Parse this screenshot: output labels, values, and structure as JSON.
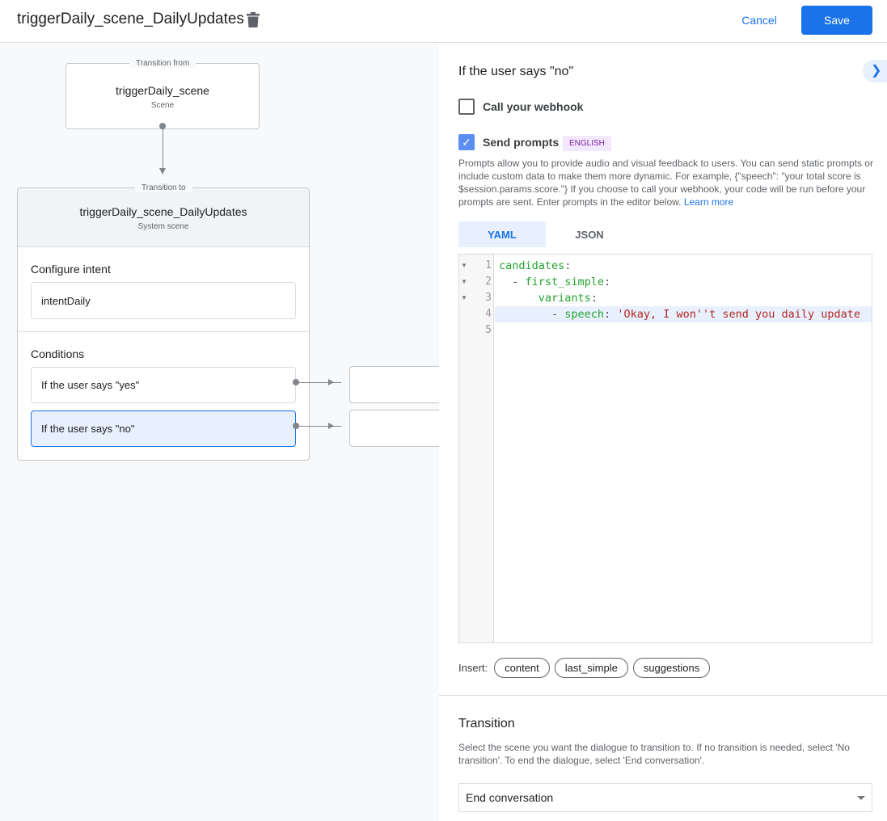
{
  "header": {
    "title": "triggerDaily_scene_DailyUpdates",
    "cancel_label": "Cancel",
    "save_label": "Save"
  },
  "canvas": {
    "from_node": {
      "legend": "Transition from",
      "name": "triggerDaily_scene",
      "type": "Scene"
    },
    "to_node": {
      "legend": "Transition to",
      "name": "triggerDaily_scene_DailyUpdates",
      "type": "System scene"
    },
    "configure_intent": {
      "label": "Configure intent",
      "intent": "intentDaily"
    },
    "conditions": {
      "label": "Conditions",
      "items": [
        {
          "label": "If the user says \"yes\"",
          "selected": false
        },
        {
          "label": "If the user says \"no\"",
          "selected": true
        }
      ]
    }
  },
  "panel": {
    "title": "If the user says \"no\"",
    "webhook": {
      "label": "Call your webhook",
      "checked": false
    },
    "prompts": {
      "label": "Send prompts",
      "checked": true,
      "badge": "ENGLISH",
      "description": "Prompts allow you to provide audio and visual feedback to users. You can send static prompts or include custom data to make them more dynamic. For example, {\"speech\": \"your total score is $session.params.score.\"} If you choose to call your webhook, your code will be run before your prompts are sent. Enter prompts in the editor below.",
      "learn_more": "Learn more"
    },
    "tabs": [
      {
        "label": "YAML",
        "active": true
      },
      {
        "label": "JSON",
        "active": false
      }
    ],
    "editor": {
      "lines": [
        {
          "num": "1",
          "indent": "",
          "key": "candidates",
          "rest": ":",
          "str": ""
        },
        {
          "num": "2",
          "indent": "  - ",
          "key": "first_simple",
          "rest": ":",
          "str": ""
        },
        {
          "num": "3",
          "indent": "      ",
          "key": "variants",
          "rest": ":",
          "str": ""
        },
        {
          "num": "4",
          "indent": "        - ",
          "key": "speech",
          "rest": ": ",
          "str": "'Okay, I won''t send you daily update"
        },
        {
          "num": "5",
          "indent": "",
          "key": "",
          "rest": "",
          "str": ""
        }
      ],
      "active_line": 4
    },
    "insert": {
      "label": "Insert:",
      "chips": [
        "content",
        "last_simple",
        "suggestions"
      ]
    },
    "transition": {
      "title": "Transition",
      "description": "Select the scene you want the dialogue to transition to. If no transition is needed, select 'No transition'. To end the dialogue, select 'End conversation'.",
      "selected": "End conversation"
    }
  },
  "colors": {
    "accent": "#1a73e8",
    "selected_bg": "#e8f0fe",
    "badge_bg": "#f3e8fd",
    "badge_text": "#7b1fa2"
  }
}
